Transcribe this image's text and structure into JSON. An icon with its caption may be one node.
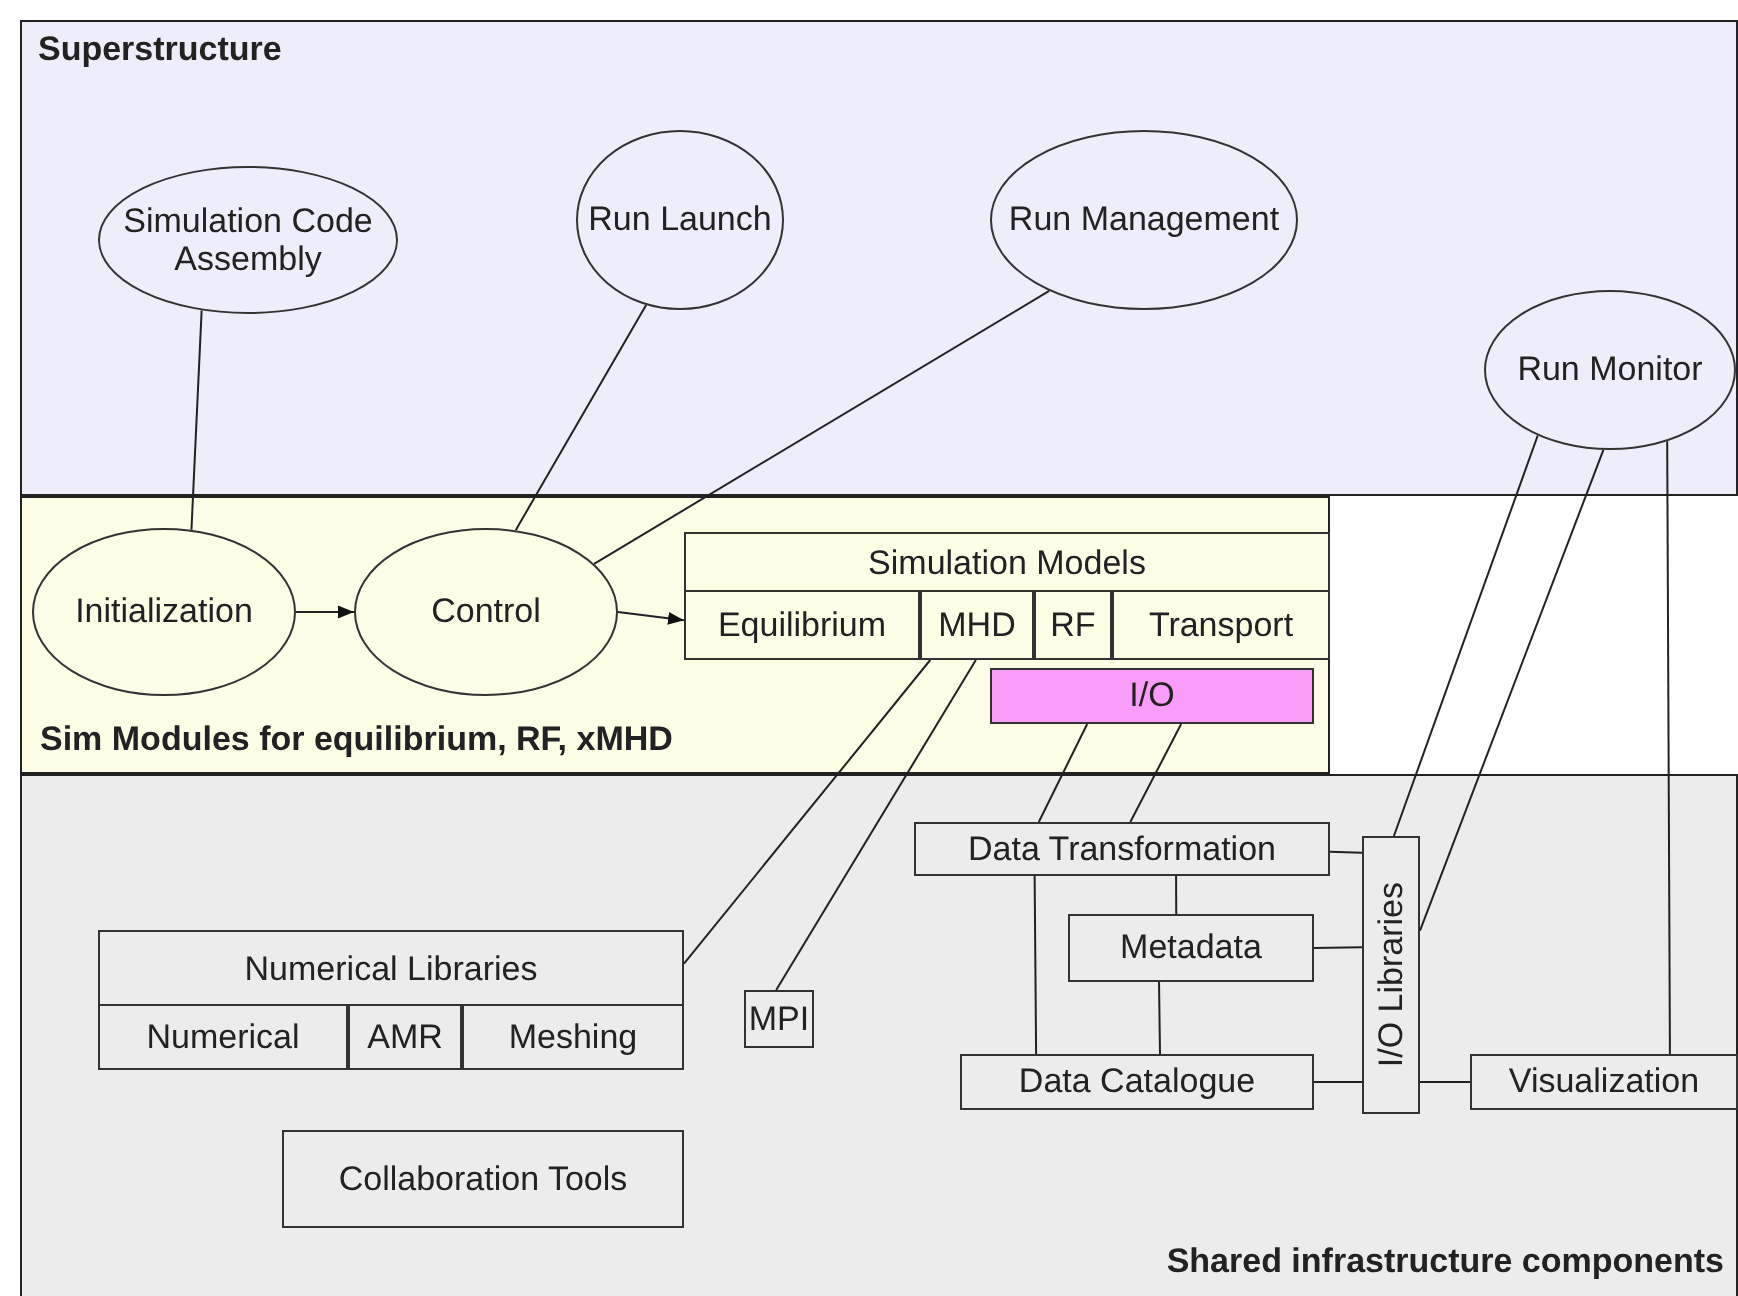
{
  "diagram": {
    "nodes": [
      {
        "text": [
          "Superstructure"
        ]
      },
      {
        "text": [
          "Simulation Code Assembly"
        ],
        "in": 0
      },
      {
        "text": [
          "Run Launch"
        ],
        "in": 0
      },
      {
        "text": [
          "Run Management"
        ],
        "in": 0
      },
      {
        "text": [
          "Run Monitor"
        ],
        "in": 0
      },
      {
        "text": [
          "Sim Modules for equilibrium, RF, xMHD"
        ]
      },
      {
        "text": [
          "Initialization"
        ],
        "in": 5
      },
      {
        "text": [
          "Control"
        ],
        "in": 5
      },
      {
        "text": [
          "Simulation Models"
        ],
        "in": 5
      },
      {
        "text": [
          "Equilibrium"
        ],
        "in": 8
      },
      {
        "text": [
          "MHD"
        ],
        "in": 8
      },
      {
        "text": [
          "RF"
        ],
        "in": 8
      },
      {
        "text": [
          "Transport"
        ],
        "in": 8
      },
      {
        "text": [
          "I/O"
        ],
        "in": 5
      },
      {
        "text": [
          "Shared infrastructure components"
        ]
      },
      {
        "text": [
          "Numerical Libraries"
        ],
        "in": 14
      },
      {
        "text": [
          "Numerical"
        ],
        "in": 15
      },
      {
        "text": [
          "AMR"
        ],
        "in": 15
      },
      {
        "text": [
          "Meshing"
        ],
        "in": 15
      },
      {
        "text": [
          "Collaboration Tools"
        ],
        "in": 14
      },
      {
        "text": [
          "MPI"
        ],
        "in": 14
      },
      {
        "text": [
          "Data Transformation"
        ],
        "in": 14
      },
      {
        "text": [
          "Metadata"
        ],
        "in": 14
      },
      {
        "text": [
          "Data Catalogue"
        ],
        "in": 14
      },
      {
        "text": [
          "I/O Libraries"
        ],
        "in": 14
      },
      {
        "text": [
          "Visualization"
        ],
        "in": 14
      }
    ],
    "edges": [
      {
        "from": 1,
        "to": 6,
        "arrow": "none"
      },
      {
        "from": 2,
        "to": 7,
        "arrow": "none"
      },
      {
        "from": 3,
        "to": 7,
        "arrow": "none"
      },
      {
        "from": 6,
        "to": 7,
        "arrow": "to"
      },
      {
        "from": 7,
        "to": 8,
        "arrow": "to"
      },
      {
        "from": 10,
        "to": 15,
        "arrow": "none"
      },
      {
        "from": 10,
        "to": 20,
        "arrow": "none"
      },
      {
        "from": 13,
        "to": 21,
        "arrow": "none"
      },
      {
        "from": 13,
        "to": 21,
        "arrow": "none"
      },
      {
        "from": 4,
        "to": 24,
        "arrow": "none"
      },
      {
        "from": 4,
        "to": 24,
        "arrow": "none"
      },
      {
        "from": 4,
        "to": 25,
        "arrow": "none"
      },
      {
        "from": 21,
        "to": 24,
        "arrow": "none"
      },
      {
        "from": 22,
        "to": 24,
        "arrow": "none"
      },
      {
        "from": 23,
        "to": 24,
        "arrow": "none"
      },
      {
        "from": 24,
        "to": 25,
        "arrow": "none"
      },
      {
        "from": 21,
        "to": 22,
        "arrow": "none"
      },
      {
        "from": 22,
        "to": 23,
        "arrow": "none"
      },
      {
        "from": 21,
        "to": 23,
        "arrow": "none"
      }
    ]
  }
}
